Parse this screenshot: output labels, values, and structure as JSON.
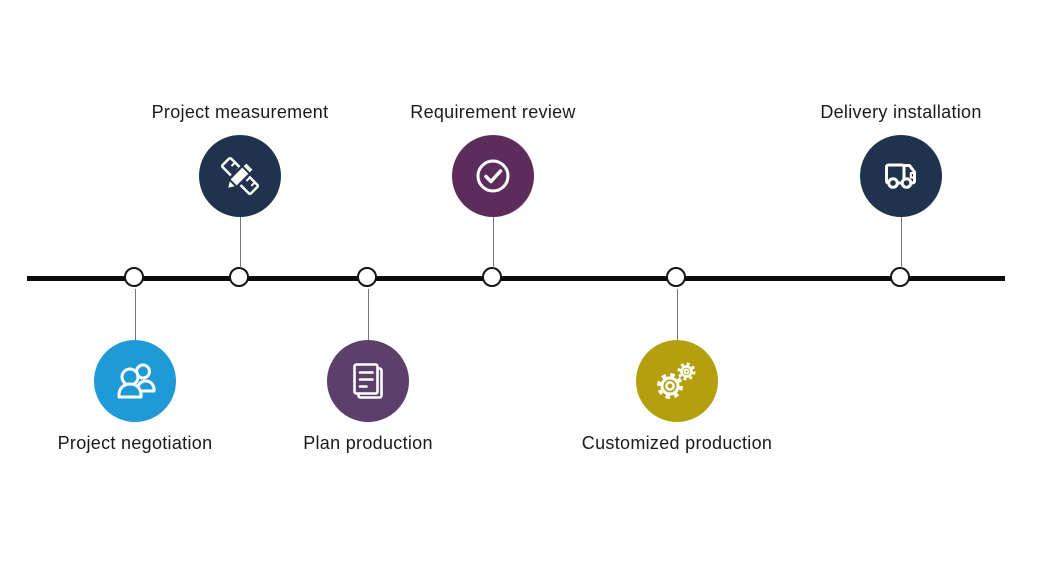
{
  "diagram": {
    "type": "horizontal-timeline-process",
    "background": "#ffffff",
    "line_color": "#0d0d0d",
    "connector_color": "#787878",
    "node_fill": "#ffffff",
    "node_stroke": "#141414",
    "label_color": "#1a1a1a"
  },
  "steps": [
    {
      "label": "Project negotiation",
      "position": "below",
      "color": "#1e9bd7",
      "icon": "people-icon"
    },
    {
      "label": "Project measurement",
      "position": "above",
      "color": "#21324f",
      "icon": "ruler-pencil-icon"
    },
    {
      "label": "Plan production",
      "position": "below",
      "color": "#5c3f6b",
      "icon": "document-icon"
    },
    {
      "label": "Requirement review",
      "position": "above",
      "color": "#5c2c5d",
      "icon": "check-circle-icon"
    },
    {
      "label": "Customized production",
      "position": "below",
      "color": "#b4a00f",
      "icon": "gears-icon"
    },
    {
      "label": "Delivery installation",
      "position": "above",
      "color": "#21324f",
      "icon": "truck-icon"
    }
  ]
}
